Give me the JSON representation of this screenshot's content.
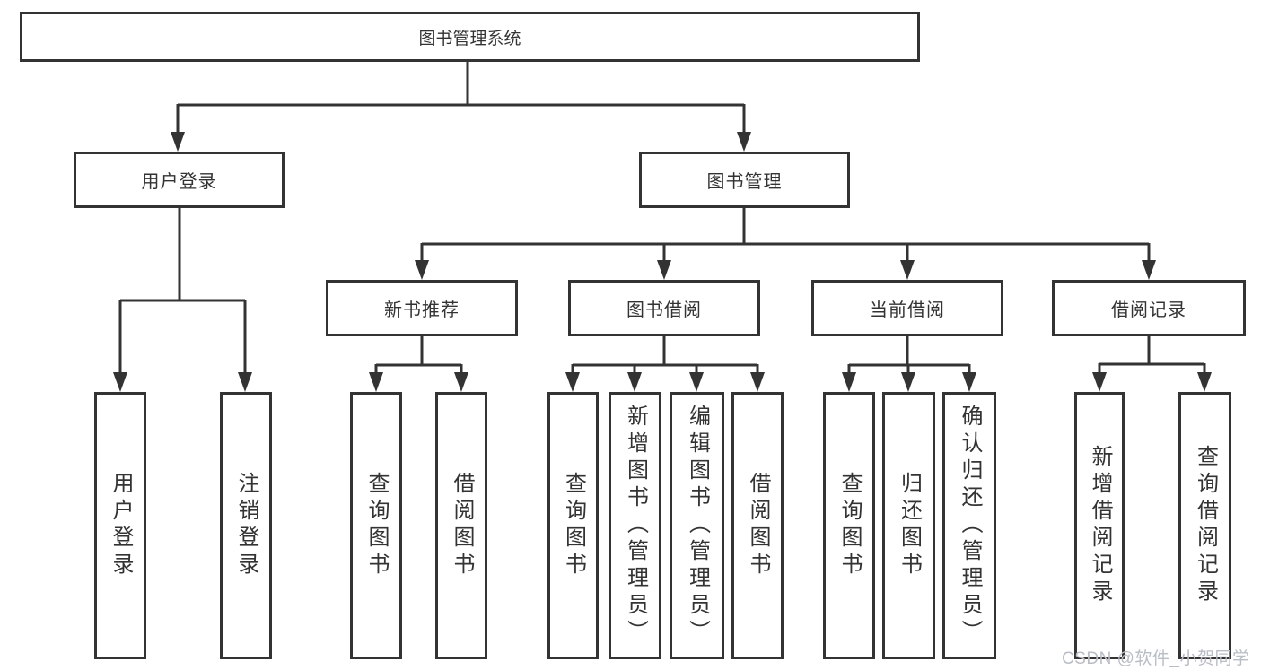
{
  "nodes": {
    "root": "图书管理系统",
    "user_login": "用户登录",
    "book_management": "图书管理",
    "new_book_recommend": "新书推荐",
    "book_borrow": "图书借阅",
    "current_borrow": "当前借阅",
    "borrow_records": "借阅记录",
    "leaf_user_login": "用户登录",
    "leaf_logout": "注销登录",
    "leaf_query_book_recommend": "查询图书",
    "leaf_borrow_book_recommend": "借阅图书",
    "leaf_query_book_borrow": "查询图书",
    "leaf_add_book": "新增图书（管理员）",
    "leaf_edit_book": "编辑图书（管理员）",
    "leaf_borrow_book": "借阅图书",
    "leaf_query_book_current": "查询图书",
    "leaf_return_book": "归还图书",
    "leaf_confirm_return": "确认归还（管理员）",
    "leaf_add_borrow_record": "新增借阅记录",
    "leaf_query_borrow_record": "查询借阅记录"
  },
  "watermark": "CSDN @软件_小贺同学",
  "colors": {
    "line": "#333333",
    "text": "#333333",
    "background": "#ffffff",
    "watermark": "#b9bdc6"
  }
}
